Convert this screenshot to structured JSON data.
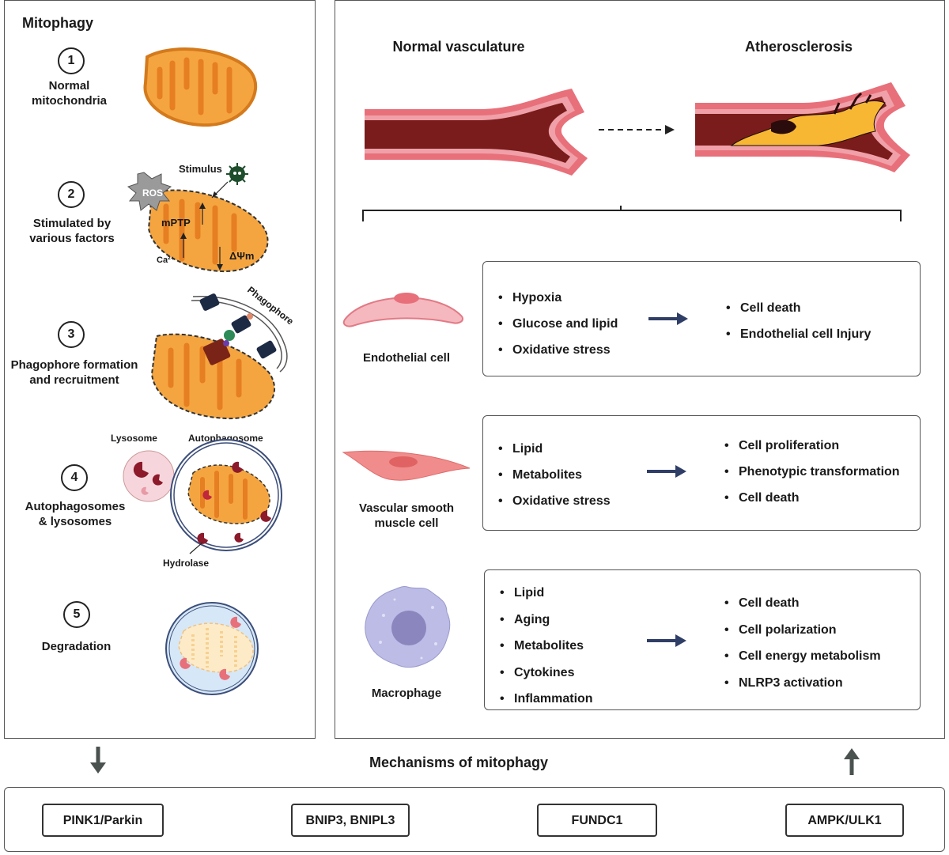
{
  "left_panel": {
    "title": "Mitophagy",
    "steps": [
      {
        "number": "1",
        "label": "Normal\nmitochondria"
      },
      {
        "number": "2",
        "label": "Stimulated by\nvarious factors"
      },
      {
        "number": "3",
        "label": "Phagophore formation\nand recruitment"
      },
      {
        "number": "4",
        "label": "Autophagosomes\n& lysosomes"
      },
      {
        "number": "5",
        "label": "Degradation"
      }
    ],
    "annotations": {
      "stimulus": "Stimulus",
      "ros": "ROS",
      "mptp": "mPTP",
      "ca": "Ca²⁺",
      "dpsi": "ΔΨm",
      "phagophore": "Phagophore",
      "lysosome": "Lysosome",
      "autophagosome": "Autophagosome",
      "hydrolase": "Hydrolase"
    }
  },
  "right_panel": {
    "normal_title": "Normal vasculature",
    "athero_title": "Atherosclerosis",
    "cells": [
      {
        "name": "Endothelial cell",
        "causes": [
          "Hypoxia",
          "Glucose and lipid",
          "Oxidative stress"
        ],
        "effects": [
          "Cell death",
          "Endothelial cell Injury"
        ]
      },
      {
        "name": "Vascular smooth\nmuscle cell",
        "causes": [
          "Lipid",
          "Metabolites",
          "Oxidative stress"
        ],
        "effects": [
          "Cell proliferation",
          "Phenotypic transformation",
          "Cell death"
        ]
      },
      {
        "name": "Macrophage",
        "causes": [
          "Lipid",
          "Aging",
          "Metabolites",
          "Cytokines",
          "Inflammation"
        ],
        "effects": [
          "Cell death",
          "Cell polarization",
          "Cell energy metabolism",
          "NLRP3 activation"
        ]
      }
    ]
  },
  "mechanisms": {
    "title": "Mechanisms of mitophagy",
    "items": [
      "PINK1/Parkin",
      "BNIP3, BNIPL3",
      "FUNDC1",
      "AMPK/ULK1"
    ]
  },
  "colors": {
    "mito_fill": "#f5a540",
    "mito_cristae": "#e67e22",
    "vessel_wall": "#e8707a",
    "vessel_lumen": "#7a1c1c",
    "plaque": "#f7b733",
    "arrow_navy": "#2f3e66",
    "arrow_gray": "#4a5250"
  }
}
